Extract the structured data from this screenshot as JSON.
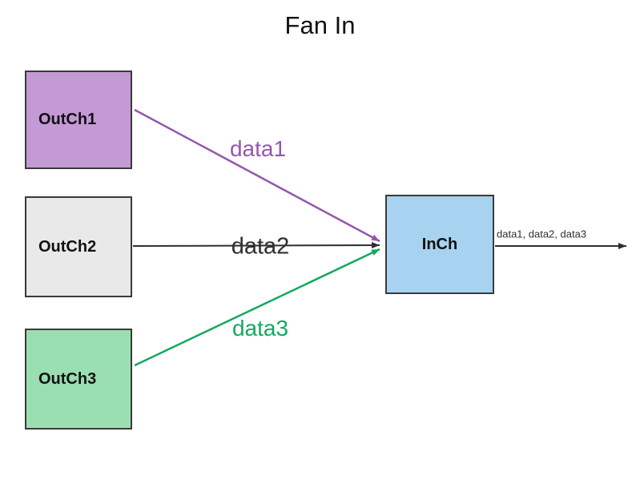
{
  "title": "Fan In",
  "nodes": {
    "outch1": {
      "label": "OutCh1",
      "fill": "#c49ad6"
    },
    "outch2": {
      "label": "OutCh2",
      "fill": "#e9e9e9"
    },
    "outch3": {
      "label": "OutCh3",
      "fill": "#9adfb2"
    },
    "inch": {
      "label": "InCh",
      "fill": "#a8d3f0"
    }
  },
  "edges": {
    "data1": {
      "label": "data1",
      "color": "#9457ad"
    },
    "data2": {
      "label": "data2",
      "color": "#2f2f2f"
    },
    "data3": {
      "label": "data3",
      "color": "#15a85f"
    },
    "output": {
      "label": "data1, data2, data3",
      "color": "#2f2f2f"
    }
  }
}
